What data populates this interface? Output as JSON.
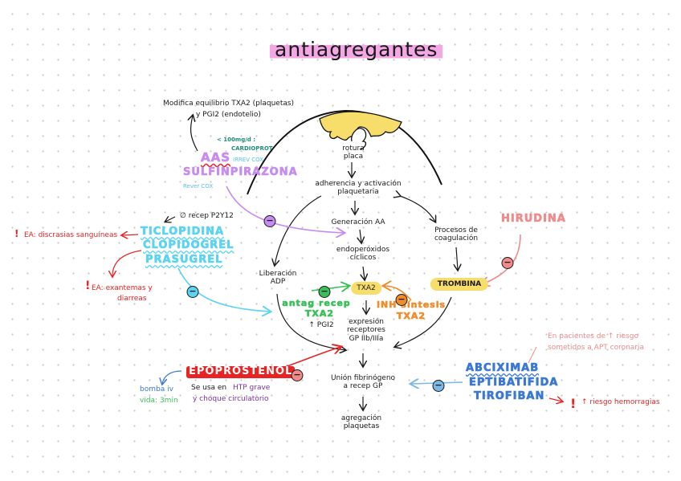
{
  "title": "antiagregantes",
  "palette": {
    "purple": "#c68cf0",
    "cyan": "#5bd3f2",
    "red": "#e82323",
    "pink": "#f08b8b",
    "blue": "#3a78d4",
    "green": "#3bbf5a",
    "orange": "#f08c2a",
    "yellow": "#f7dd6a",
    "teal": "#1f8c7a",
    "violet": "#7b2fa6"
  },
  "top_note": {
    "line1": "Modifica equilibrio TXA2 (plaquetas)",
    "line2": "y PGI2 (endotelio)"
  },
  "aas": {
    "dose": "< 100mg/d :",
    "cardioprot": "CARDIOPROT",
    "irrev": "IRREV COX",
    "name": "AAS",
    "sulfin": "SULFINPIRAZONA",
    "rever": "Rever COX"
  },
  "thieno": {
    "recep": "∅ recep P2Y12",
    "ea_label": "EA: discrasias sanguíneas",
    "d1": "TICLOPIDINA",
    "d2": "CLOPIDOGREL",
    "d3": "PRASUGREL",
    "ea2_l1": "EA: exantemas y",
    "ea2_l2": "diarreas"
  },
  "epo": {
    "name": "EPOPROSTENOL",
    "bomba": "bomba iv",
    "vida": "vida: 3min",
    "usa_l1_a": "Se usa en",
    "usa_l1_b": "HTP grave",
    "usa_l2": "y choque circulatorio"
  },
  "center": {
    "rotura": "rotura\nplaca",
    "adherencia": "adherencia y activación\nplaquetaria",
    "generacion": "Generación AA",
    "endoper": "endoperóxidos\ncíclicos",
    "txa2": "TXA2",
    "expresion": "expresión\nreceptores\nGP IIb/IIIa",
    "union": "Unión fibrinógeno\na recep GP",
    "agregacion": "agregación\nplaquetas",
    "liberacion": "Liberación\nADP",
    "procesos": "Procesos de\ncoagulación",
    "trombina": "TROMBINA"
  },
  "antag": {
    "l1": "antag recep",
    "l2": "TXA2",
    "l3": "↑ PGI2"
  },
  "inhib": {
    "l1": "INH síntesis",
    "l2": "TXA2"
  },
  "hirudina": "HIRUDINA",
  "gp": {
    "note_l1": "En pacientes de ↑ riesgo",
    "note_l2": "sometidos a APT coronaria",
    "d1": "ABCIXIMAB",
    "d2": "EPTIBATIFIDA",
    "d3": "TIROFIBAN",
    "risk": "↑ riesgo hemorragias"
  },
  "inhibit_symbol": "−"
}
